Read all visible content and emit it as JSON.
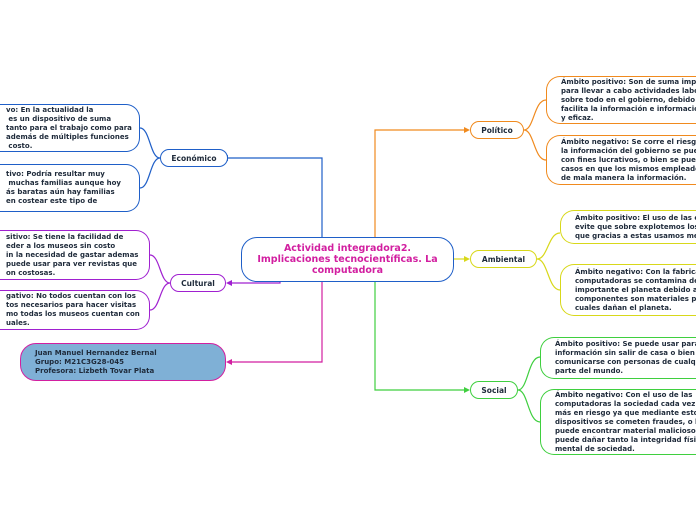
{
  "central": {
    "text": "Actividad integradora2. Implicaciones tecnocientíficas. La computadora"
  },
  "branches": {
    "economico": {
      "label": "Económico",
      "leaves": [
        "vo: En la actualidad la\n es un dispositivo de suma\ntanto para el trabajo como para\nademás de múltiples funciones\n costo.",
        "tivo: Podría resultar muy\n muchas familias aunque hoy\nás baratas aún hay familias\nen costear este tipo de"
      ]
    },
    "cultural": {
      "label": "Cultural",
      "leaves": [
        "sitivo: Se tiene la facilidad de\neder a los museos sin costo\nin la necesidad de gastar ademas\npuede usar para ver revistas que\non costosas.",
        "gativo: No todos cuentan con los\ntos necesarios para hacer visitas\nmo todas los museos cuentan con\nuales."
      ]
    },
    "politico": {
      "label": "Político",
      "leaves": [
        "Ámbito positivo: Son de suma impo\npara llevar a cabo actividades labo\nsobre todo en el gobierno, debido a\nfacilita la información e informació\ny eficaz.",
        "Ámbito negativo: Se corre el riesgo\nla información del gobierno se pue\ncon fines lucrativos, o bien se pued\ncasos en que los mismos empleado\nde mala manera la información."
      ]
    },
    "ambiental": {
      "label": "Ambiental",
      "leaves": [
        "Ámbito positivo: El uso de las c\nevite que sobre explotemos los\nque gracias a estas usamos me",
        "Ámbito negativo: Con la fabrica\ncomputadoras se contamina de\nimportante el planeta debido a\ncomponentes son materiales pe\ncuales dañan el planeta."
      ]
    },
    "social": {
      "label": "Social",
      "leaves": [
        "Ámbito positivo: Se puede usar para\ninformación sin salir de casa o bien\ncomunicarse con personas de cualq\nparte del mundo.",
        "Ámbito negativo: Con el uso de las\ncomputadoras la sociedad cada vez\nmás en riesgo ya que mediante esto\ndispositivos se cometen fraudes, o b\npuede encontrar material malicioso\npuede dañar tanto la integridad físic\nmental de sociedad."
      ]
    }
  },
  "author": {
    "name": "Juan Manuel Hernandez Bernal",
    "group": "Grupo: M21C3G28-045",
    "teacher": "Profesora: Lizbeth Tovar Plata"
  },
  "colors": {
    "economico": "#1f5fc8",
    "cultural": "#a020d0",
    "politico": "#f08a1e",
    "ambiental": "#d8d81a",
    "social": "#3fcf3f",
    "author_link": "#d21fa0",
    "author_fill": "#7fb0d6"
  }
}
